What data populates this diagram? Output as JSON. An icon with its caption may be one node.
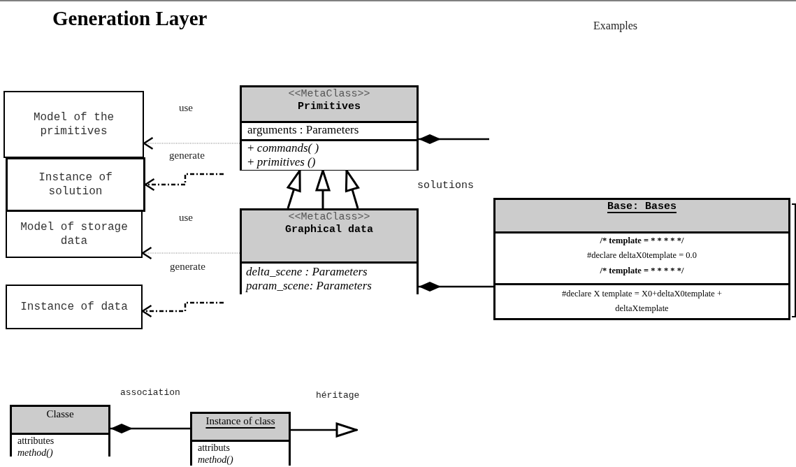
{
  "diagram": {
    "title": "Generation Layer",
    "nodes": [
      {
        "text": [
          "<<MetaClass>>",
          "Primitives",
          "arguments  : Parameters",
          "+ *commands( )*",
          "+  *primitives ()*"
        ]
      },
      {
        "text": [
          "Model of the primitives"
        ]
      },
      {
        "text": [
          "Instance of solution"
        ]
      },
      {
        "text": [
          "Model of storage data"
        ]
      },
      {
        "text": [
          "<<MetaClass>>",
          "Graphical data",
          "delta_scene : Parameters",
          "param_scene: Parameters"
        ]
      },
      {
        "text": [
          "Instance of data"
        ]
      },
      {
        "text": [
          "Base: Bases",
          "/* template = * * * * */",
          "#declare deltaX0template = 0.0",
          "/* template = * * * * */",
          "#declare X template = X0+deltaX0template + deltaXtemplate"
        ]
      },
      {
        "text": [
          "Classe",
          "attributes",
          "method()"
        ]
      },
      {
        "text": [
          "Instance of class",
          "attributs",
          "method()"
        ]
      }
    ],
    "edges": [
      {
        "from": 0,
        "to": 1,
        "arrow": "to",
        "style": "dashed",
        "color": "#777777",
        "label": "use"
      },
      {
        "from": null,
        "to": 2,
        "arrow": "to",
        "style": "dashed",
        "label": "generate"
      },
      {
        "from": 4,
        "to": 3,
        "arrow": "to",
        "style": "dashed",
        "color": "#777777",
        "label": "use"
      },
      {
        "from": null,
        "to": 5,
        "arrow": "to",
        "style": "dashed",
        "label": "generate"
      },
      {
        "from": 4,
        "to": 0,
        "arrow": "to"
      },
      {
        "from": 4,
        "to": 0,
        "arrow": "to"
      },
      {
        "from": 4,
        "to": 0,
        "arrow": "to"
      },
      {
        "from": 0,
        "to": null,
        "arrow": "other"
      },
      {
        "from": 4,
        "to": 6,
        "arrow": "other"
      },
      {
        "from": 7,
        "to": 8,
        "arrow": "other",
        "label": "association"
      },
      {
        "from": 8,
        "to": null,
        "arrow": "to",
        "label": "héritage"
      }
    ],
    "labels": [
      "Examples",
      "solutions"
    ]
  }
}
